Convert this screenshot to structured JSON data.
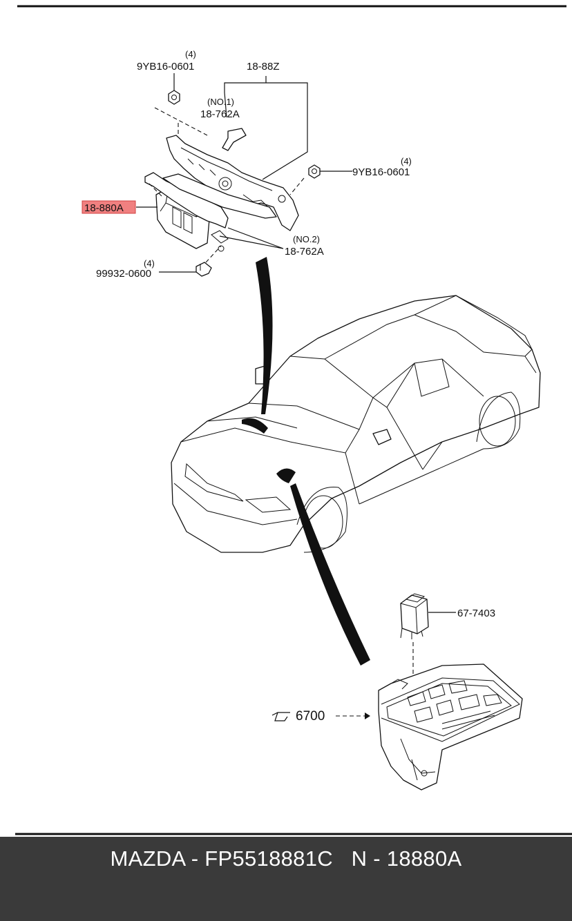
{
  "diagram": {
    "callouts": {
      "nut_top": {
        "number": "9YB16-0601",
        "qty": "(4)"
      },
      "bracket": {
        "number": "18-88Z"
      },
      "bracket_no1": {
        "sub": "(NO.1)",
        "number": "18-762A"
      },
      "nut_right": {
        "number": "9YB16-0601",
        "qty": "(4)"
      },
      "module": {
        "number": "18-880A"
      },
      "bracket_no2": {
        "sub": "(NO.2)",
        "number": "18-762A"
      },
      "clip": {
        "number": "99932-0600",
        "qty": "(4)"
      },
      "relay": {
        "number": "67-7403"
      },
      "fuse_box_ref": {
        "icon": "pointing-hand-icon",
        "number": "6700"
      }
    },
    "highlight_color": "#f08080"
  },
  "footer": {
    "text": "MAZDA - FP5518881C   N - 18880A"
  }
}
